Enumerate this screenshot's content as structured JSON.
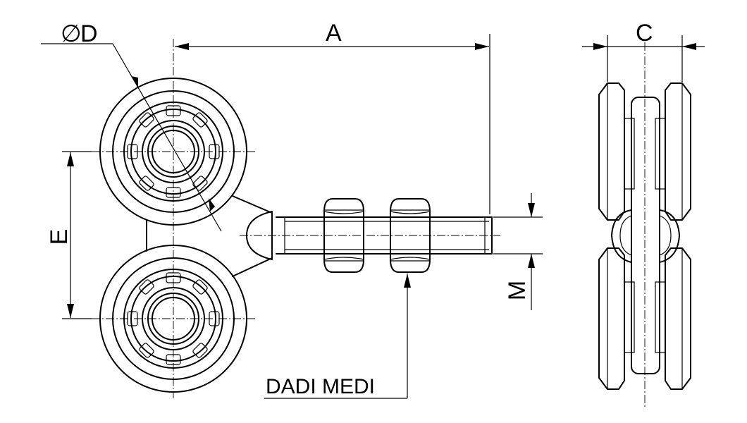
{
  "dimensions": {
    "diameter_symbol": "∅",
    "diameter": "D",
    "length": "A",
    "width": "C",
    "spacing": "E",
    "thread": "M"
  },
  "callout": {
    "nuts_label": "DADI MEDI"
  }
}
